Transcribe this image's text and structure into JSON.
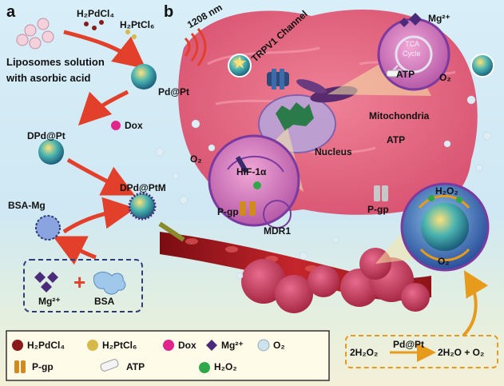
{
  "panels": {
    "a": "a",
    "b": "b"
  },
  "labels": {
    "h2pdcl4": "H₂PdCl₄",
    "h2ptcl6": "H₂PtCl₆",
    "liposomes_line1": "Liposomes solution",
    "liposomes_line2": "with asorbic acid",
    "pd_at_pt": "Pd@Pt",
    "dox": "Dox",
    "dpd_at_pt": "DPd@Pt",
    "dpd_at_ptm": "DPd@PtM",
    "bsa_mg": "BSA-Mg",
    "mg_box": "Mg²⁺",
    "bsa_box": "BSA",
    "wavelength": "1208 nm",
    "trpv1": "TRPV1 Channel",
    "mitochondria": "Mitochondria",
    "nucleus": "Nucleus",
    "atp_cell": "ATP",
    "pgp_cell": "P-gp",
    "o2_left": "O₂",
    "mg_circle": "Mg²⁺",
    "tca1": "TCA",
    "tca2": "Cycle",
    "atp_circle": "ATP",
    "o2_circle": "O₂",
    "hif": "HIF-1α",
    "pgp_left": "P-gp",
    "mdr1": "MDR1",
    "h2o2_circle": "H₂O₂",
    "o2_np": "O₂"
  },
  "legend": {
    "items": [
      "H₂PdCl₄",
      "H₂PtCl₆",
      "Dox",
      "Mg²⁺",
      "O₂",
      "P-gp",
      "ATP",
      "H₂O₂"
    ]
  },
  "reaction": {
    "left": "2H₂O₂",
    "catalyst": "Pd@Pt",
    "right": "2H₂O + O₂"
  },
  "colors": {
    "arrow": "#e2402a",
    "cell": "#e8607a",
    "pd_dot": "#8b1a1a",
    "pt_dot": "#d9b84a",
    "dox": "#e0248a",
    "mg": "#4b2a7a",
    "o2": "#cfe3ee",
    "dashed_box": "#2e3a7a",
    "orange_box": "#e79b1c"
  }
}
